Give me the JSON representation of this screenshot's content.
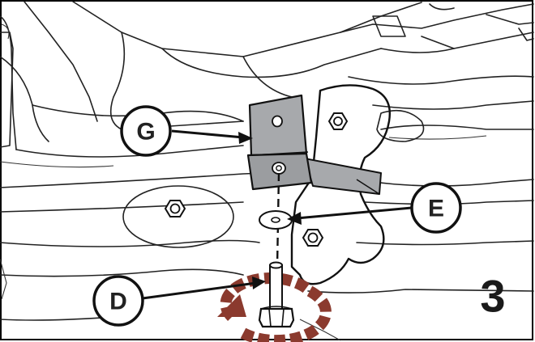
{
  "step_number": "3",
  "callouts": {
    "g": "G",
    "e": "E",
    "d": "D"
  },
  "colors": {
    "bracket": "#a7a9ac",
    "bracket_dark": "#8c8e91",
    "rotation_arrow": "#8b3a2e",
    "outline": "#222222",
    "frame": "#000000"
  },
  "icons": {
    "rotation": "clockwise-rotation-arrow-icon",
    "bolt": "hex-bolt-icon",
    "washer": "flat-washer-icon"
  }
}
